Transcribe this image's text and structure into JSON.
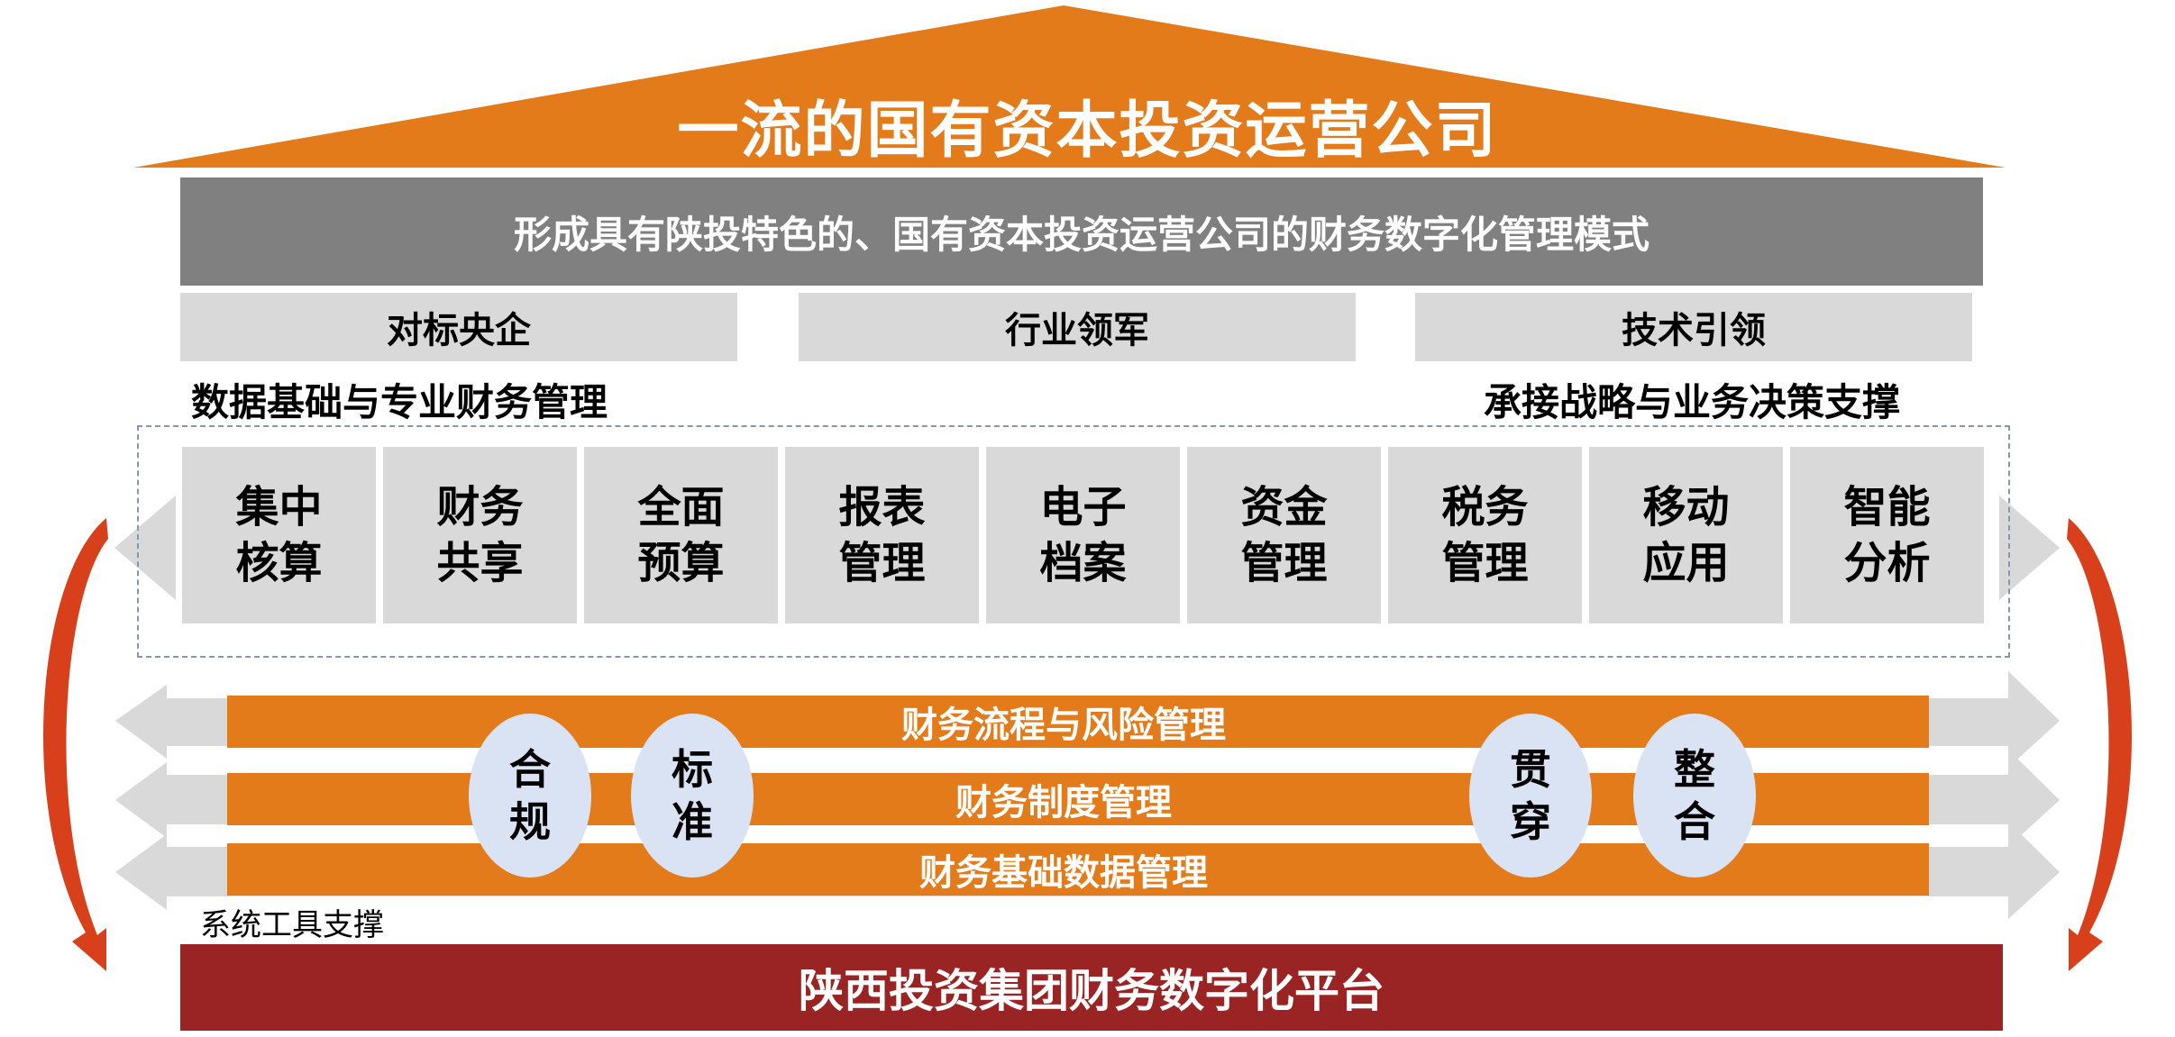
{
  "title": "一流的国有资本投资运营公司",
  "mode_banner": "形成具有陕投特色的、国有资本投资运营公司的财务数字化管理模式",
  "pillars": [
    "对标央企",
    "行业领军",
    "技术引领"
  ],
  "left_label": "数据基础与专业财务管理",
  "right_label": "承接战略与业务决策支撑",
  "modules": [
    [
      "集中",
      "核算"
    ],
    [
      "财务",
      "共享"
    ],
    [
      "全面",
      "预算"
    ],
    [
      "报表",
      "管理"
    ],
    [
      "电子",
      "档案"
    ],
    [
      "资金",
      "管理"
    ],
    [
      "税务",
      "管理"
    ],
    [
      "移动",
      "应用"
    ],
    [
      "智能",
      "分析"
    ]
  ],
  "bands": [
    "财务流程与风险管理",
    "财务制度管理",
    "财务基础数据管理"
  ],
  "principles": [
    [
      "合",
      "规"
    ],
    [
      "标",
      "准"
    ],
    [
      "贯",
      "穿"
    ],
    [
      "整",
      "合"
    ]
  ],
  "tools_label": "系统工具支撑",
  "platform": "陕西投资集团财务数字化平台",
  "colors": {
    "orange": "#e47b1b",
    "gray_dark": "#808080",
    "gray_light": "#d9d9d9",
    "arrow_gray": "#d9d9d9",
    "oval_fill": "#dae3f3",
    "platform_red": "#9a2424",
    "curve_red": "#d8401c"
  }
}
